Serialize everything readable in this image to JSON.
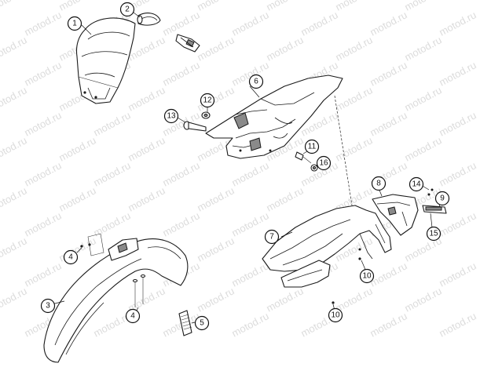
{
  "watermark": {
    "text": "motod.ru"
  },
  "callouts": [
    {
      "id": "c1",
      "label": "1"
    },
    {
      "id": "c2",
      "label": "2"
    },
    {
      "id": "c3",
      "label": "3"
    },
    {
      "id": "c4a",
      "label": "4"
    },
    {
      "id": "c4b",
      "label": "4"
    },
    {
      "id": "c5",
      "label": "5"
    },
    {
      "id": "c6",
      "label": "6"
    },
    {
      "id": "c7",
      "label": "7"
    },
    {
      "id": "c8",
      "label": "8"
    },
    {
      "id": "c9",
      "label": "9"
    },
    {
      "id": "c10a",
      "label": "10"
    },
    {
      "id": "c10b",
      "label": "10"
    },
    {
      "id": "c11",
      "label": "11"
    },
    {
      "id": "c12",
      "label": "12"
    },
    {
      "id": "c13",
      "label": "13"
    },
    {
      "id": "c14",
      "label": "14"
    },
    {
      "id": "c15",
      "label": "15"
    },
    {
      "id": "c16",
      "label": "16"
    }
  ]
}
